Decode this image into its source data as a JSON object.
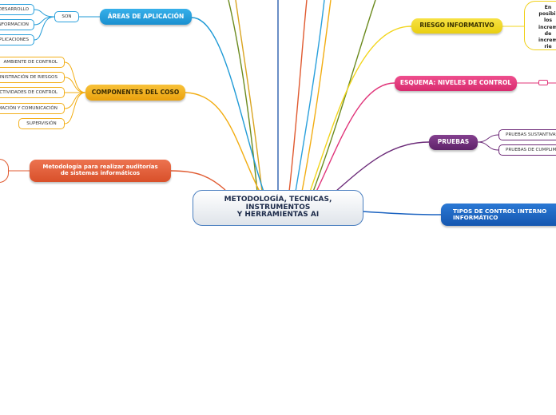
{
  "central": {
    "line1": "METODOLOGÍA, TECNICAS,",
    "line2": "INSTRUMENTOS",
    "line3": "Y HERRAMIENTAS AI"
  },
  "areas": {
    "label": "ÁREAS DE APLICACIÓN",
    "connector": "SON",
    "items": [
      "DESARROLLO",
      "INFORMACION",
      "APLICACIONES"
    ]
  },
  "coso": {
    "label": "COMPONENTES DEL COSO",
    "items": [
      "AMBIENTE DE CONTROL",
      "ADMINISTRACIÓN DE RIESGOS",
      "ACTIVIDADES DE CONTROL",
      "INFORMACIÓN Y COMUNICACIÓN",
      "SUPERVISIÓN"
    ]
  },
  "metodologia": {
    "line1": "Metodología para realizar auditorías",
    "line2": "de sistemas informáticos"
  },
  "riesgo": {
    "label": "RIESGO INFORMATIVO",
    "note": [
      "En",
      "posibil",
      "los",
      "increm",
      "de",
      "increm",
      "rie"
    ]
  },
  "esquema": {
    "label": "ESQUEMA: NIVELES DE CONTROL"
  },
  "pruebas": {
    "label": "PRUEBAS",
    "items": [
      "PRUEBAS SUSTANTIVAS",
      "PRUEBAS DE CUMPLIMIENTO"
    ]
  },
  "tipos": {
    "line1": "TIPOS DE CONTROL INTERNO",
    "line2": "INFORMÁTICO"
  },
  "colors": {
    "blue": "#1f9ad6",
    "orange": "#f2ad12",
    "red": "#e05a30",
    "yellow": "#f2d51c",
    "magenta": "#e0357a",
    "purple": "#6b2a78",
    "navy": "#1a62c0"
  }
}
